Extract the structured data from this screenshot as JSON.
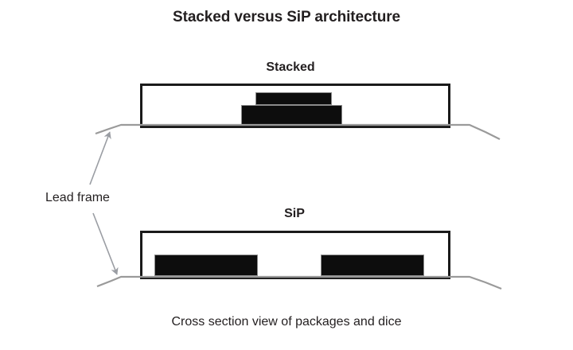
{
  "diagram": {
    "title": "Stacked versus SiP architecture",
    "caption": "Cross section view of packages and dice",
    "annotation": {
      "label": "Lead frame",
      "arrow_targets": [
        "stacked-lead-frame",
        "sip-lead-frame"
      ]
    },
    "colors": {
      "background": "#ffffff",
      "text": "#231f20",
      "package_outline": "#1a1a1a",
      "die_fill": "#0d0d0d",
      "die_outline": "#8a8a8a",
      "lead_frame": "#9a9a9a",
      "arrow": "#9a9da3"
    },
    "packages": [
      {
        "name": "stacked",
        "label": "Stacked",
        "icon": "package-outline-icon",
        "dice": [
          {
            "name": "upper-die",
            "position": "top",
            "relative_width": "small"
          },
          {
            "name": "lower-die",
            "position": "bottom",
            "relative_width": "large"
          }
        ],
        "die_count": 2,
        "arrangement": "vertically stacked"
      },
      {
        "name": "sip",
        "label": "SiP",
        "icon": "package-outline-icon",
        "dice": [
          {
            "name": "left-die",
            "position": "left",
            "relative_width": "large"
          },
          {
            "name": "right-die",
            "position": "right",
            "relative_width": "large"
          }
        ],
        "die_count": 2,
        "arrangement": "side by side"
      }
    ]
  }
}
